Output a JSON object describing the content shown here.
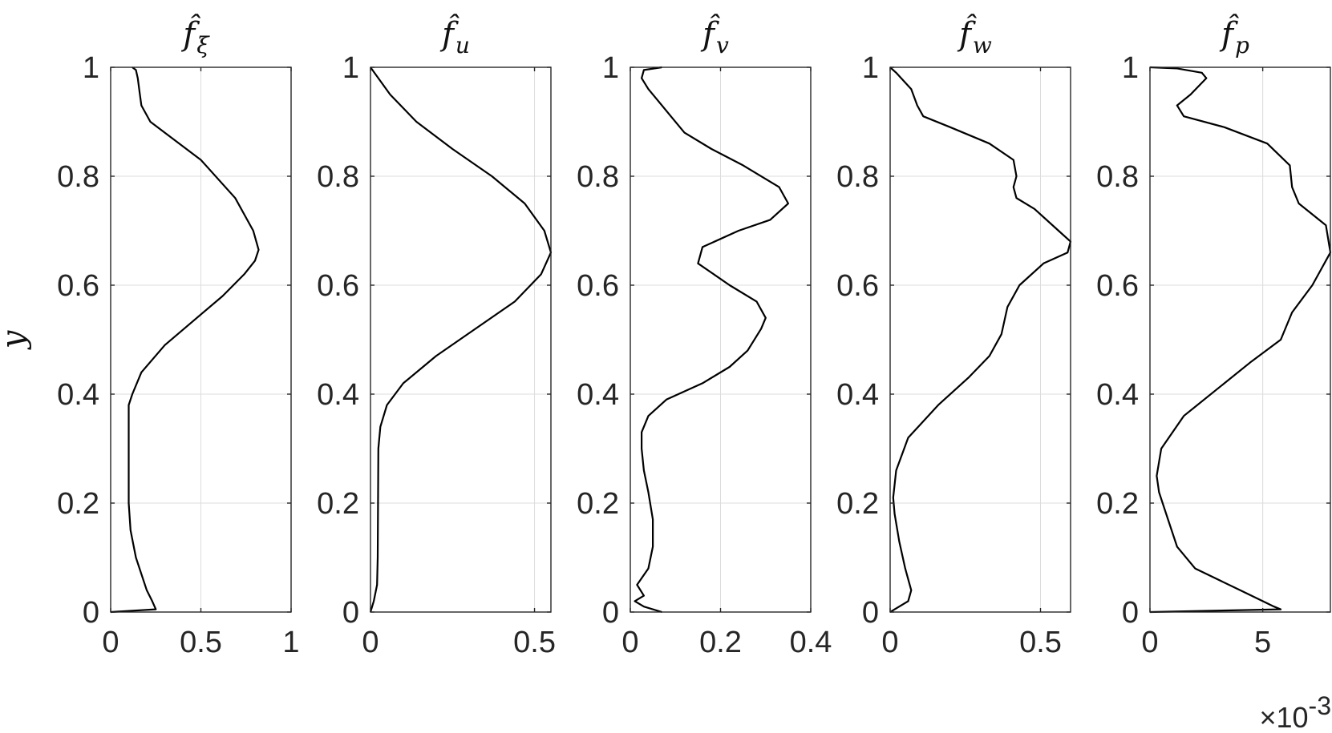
{
  "chart_data": [
    {
      "type": "line",
      "title": "f̂",
      "title_sub": "ξ",
      "ylabel": "y",
      "xlim": [
        0,
        1
      ],
      "ylim": [
        0,
        1
      ],
      "xticks": [
        0,
        0.5,
        1
      ],
      "xtick_labels": [
        "0",
        "0.5",
        "1"
      ],
      "yticks": [
        0,
        0.2,
        0.4,
        0.6,
        0.8,
        1
      ],
      "ytick_labels": [
        "0",
        "0.2",
        "0.4",
        "0.6",
        "0.8",
        "1"
      ],
      "grid": true,
      "series": [
        {
          "x": [
            0,
            0.25,
            0.23,
            0.2,
            0.14,
            0.11,
            0.1,
            0.1,
            0.1,
            0.1,
            0.1,
            0.12,
            0.17,
            0.3,
            0.46,
            0.62,
            0.74,
            0.8,
            0.82,
            0.79,
            0.69,
            0.5,
            0.3,
            0.22,
            0.17,
            0.16,
            0.15,
            0.14,
            0.12
          ],
          "y": [
            0,
            0.005,
            0.02,
            0.04,
            0.1,
            0.15,
            0.2,
            0.25,
            0.3,
            0.35,
            0.38,
            0.4,
            0.44,
            0.49,
            0.535,
            0.58,
            0.62,
            0.645,
            0.665,
            0.7,
            0.76,
            0.83,
            0.88,
            0.9,
            0.93,
            0.955,
            0.98,
            0.995,
            1
          ]
        }
      ]
    },
    {
      "type": "line",
      "title": "f̂",
      "title_sub": "u",
      "xlim": [
        0,
        0.55
      ],
      "ylim": [
        0,
        1
      ],
      "xticks": [
        0,
        0.5
      ],
      "xtick_labels": [
        "0",
        "0.5"
      ],
      "yticks": [
        0,
        0.2,
        0.4,
        0.6,
        0.8,
        1
      ],
      "ytick_labels": [
        "0",
        "0.2",
        "0.4",
        "0.6",
        "0.8",
        "1"
      ],
      "grid": true,
      "series": [
        {
          "x": [
            0,
            0.01,
            0.02,
            0.022,
            0.023,
            0.024,
            0.03,
            0.05,
            0.1,
            0.2,
            0.32,
            0.44,
            0.52,
            0.55,
            0.53,
            0.47,
            0.37,
            0.25,
            0.14,
            0.06,
            0
          ],
          "y": [
            0,
            0.02,
            0.05,
            0.1,
            0.2,
            0.3,
            0.34,
            0.38,
            0.42,
            0.47,
            0.52,
            0.57,
            0.62,
            0.66,
            0.7,
            0.75,
            0.8,
            0.85,
            0.9,
            0.95,
            1
          ]
        }
      ]
    },
    {
      "type": "line",
      "title": "f̂",
      "title_sub": "v",
      "xlim": [
        0,
        0.4
      ],
      "ylim": [
        0,
        1
      ],
      "xticks": [
        0,
        0.2,
        0.4
      ],
      "xtick_labels": [
        "0",
        "0.2",
        "0.4"
      ],
      "yticks": [
        0,
        0.2,
        0.4,
        0.6,
        0.8,
        1
      ],
      "ytick_labels": [
        "0",
        "0.2",
        "0.4",
        "0.6",
        "0.8",
        "1"
      ],
      "grid": true,
      "series": [
        {
          "x": [
            0.07,
            0.03,
            0.01,
            0.03,
            0.015,
            0.04,
            0.05,
            0.05,
            0.04,
            0.03,
            0.025,
            0.025,
            0.04,
            0.08,
            0.16,
            0.22,
            0.26,
            0.29,
            0.3,
            0.28,
            0.22,
            0.15,
            0.16,
            0.24,
            0.31,
            0.35,
            0.33,
            0.25,
            0.18,
            0.12,
            0.09,
            0.06,
            0.04,
            0.025,
            0.03,
            0.07
          ],
          "y": [
            0,
            0.01,
            0.02,
            0.03,
            0.05,
            0.08,
            0.12,
            0.17,
            0.22,
            0.26,
            0.3,
            0.33,
            0.36,
            0.39,
            0.42,
            0.45,
            0.48,
            0.52,
            0.54,
            0.57,
            0.6,
            0.64,
            0.67,
            0.7,
            0.72,
            0.75,
            0.78,
            0.82,
            0.85,
            0.88,
            0.91,
            0.94,
            0.96,
            0.98,
            0.995,
            1
          ]
        }
      ]
    },
    {
      "type": "line",
      "title": "f̂",
      "title_sub": "w",
      "xlim": [
        0,
        0.6
      ],
      "ylim": [
        0,
        1
      ],
      "xticks": [
        0,
        0.5
      ],
      "xtick_labels": [
        "0",
        "0.5"
      ],
      "yticks": [
        0,
        0.2,
        0.4,
        0.6,
        0.8,
        1
      ],
      "ytick_labels": [
        "0",
        "0.2",
        "0.4",
        "0.6",
        "0.8",
        "1"
      ],
      "grid": true,
      "series": [
        {
          "x": [
            0,
            0.06,
            0.07,
            0.05,
            0.03,
            0.015,
            0.01,
            0.02,
            0.06,
            0.16,
            0.26,
            0.33,
            0.37,
            0.39,
            0.43,
            0.51,
            0.59,
            0.6,
            0.56,
            0.48,
            0.42,
            0.41,
            0.42,
            0.41,
            0.33,
            0.2,
            0.11,
            0.09,
            0.07,
            0.02,
            0
          ],
          "y": [
            0,
            0.02,
            0.04,
            0.08,
            0.13,
            0.18,
            0.21,
            0.26,
            0.32,
            0.38,
            0.43,
            0.47,
            0.51,
            0.56,
            0.6,
            0.64,
            0.66,
            0.68,
            0.7,
            0.74,
            0.76,
            0.78,
            0.8,
            0.83,
            0.86,
            0.89,
            0.91,
            0.93,
            0.96,
            0.99,
            1
          ]
        }
      ]
    },
    {
      "type": "line",
      "title": "f̂",
      "title_sub": "p",
      "xlim": [
        0,
        0.008
      ],
      "ylim": [
        0,
        1
      ],
      "xticks": [
        0,
        0.005
      ],
      "xtick_labels": [
        "0",
        "5"
      ],
      "x_exponent_label": "×10",
      "x_exponent": "-3",
      "yticks": [
        0,
        0.2,
        0.4,
        0.6,
        0.8,
        1
      ],
      "ytick_labels": [
        "0",
        "0.2",
        "0.4",
        "0.6",
        "0.8",
        "1"
      ],
      "grid": true,
      "series": [
        {
          "x": [
            0,
            0.0058,
            0.0055,
            0.005,
            0.004,
            0.002,
            0.0012,
            0.0008,
            0.0004,
            0.0003,
            0.0005,
            0.0015,
            0.003,
            0.0045,
            0.0058,
            0.0063,
            0.0072,
            0.008,
            0.0078,
            0.0066,
            0.0063,
            0.0062,
            0.0052,
            0.0033,
            0.0015,
            0.0012,
            0.0018,
            0.0025,
            0.0023,
            0.0012,
            0
          ],
          "y": [
            0,
            0.005,
            0.01,
            0.02,
            0.04,
            0.08,
            0.12,
            0.17,
            0.22,
            0.25,
            0.3,
            0.36,
            0.41,
            0.46,
            0.5,
            0.55,
            0.6,
            0.66,
            0.71,
            0.75,
            0.78,
            0.82,
            0.86,
            0.89,
            0.91,
            0.93,
            0.95,
            0.98,
            0.99,
            0.998,
            1
          ]
        }
      ]
    }
  ]
}
